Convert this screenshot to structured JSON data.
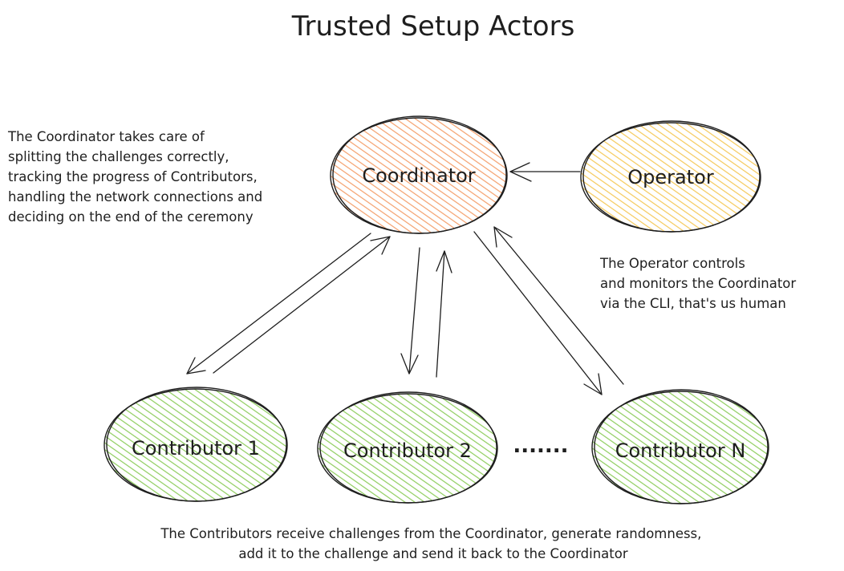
{
  "title": "Trusted Setup Actors",
  "colors": {
    "coordinator": "#f4a06c",
    "operator": "#f5c95a",
    "contributor": "#8fcd5e",
    "stroke": "#1e1e1e"
  },
  "nodes": {
    "coordinator": "Coordinator",
    "operator": "Operator",
    "contributor_1": "Contributor 1",
    "contributor_2": "Contributor 2",
    "contributor_n": "Contributor N"
  },
  "ellipsis": ".......",
  "notes": {
    "coordinator": [
      "The Coordinator takes care of",
      "splitting the challenges correctly,",
      "tracking the progress of Contributors,",
      "handling the network connections and",
      "deciding on the end of the ceremony"
    ],
    "operator": [
      "The Operator controls",
      "and monitors the Coordinator",
      "via the CLI, that's us human"
    ],
    "contributors": [
      "The Contributors receive challenges from the Coordinator, generate randomness,",
      "add it to the challenge and send it back to the Coordinator"
    ]
  }
}
